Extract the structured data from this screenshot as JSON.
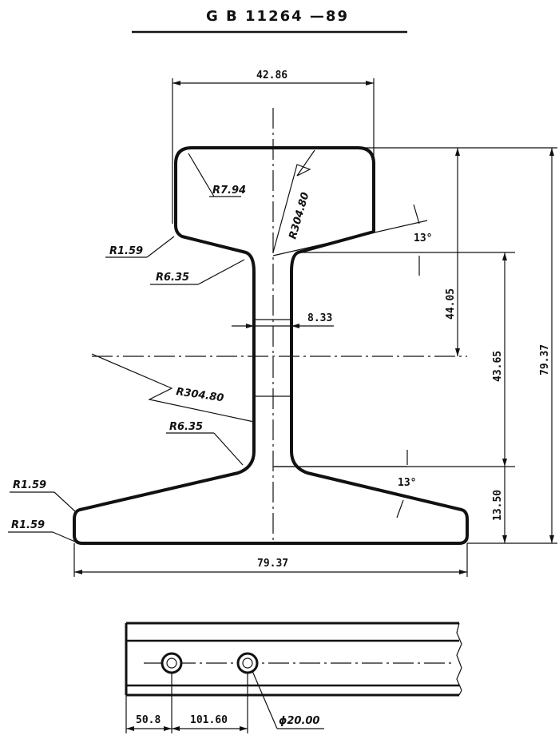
{
  "title": "G B  11264 —89",
  "dimensions": {
    "head_width": "42.86",
    "base_width": "79.37",
    "total_height": "79.37",
    "head_to_neutral": "44.05",
    "neck_height": "43.65",
    "base_height": "13.50",
    "web_thickness": "8.33",
    "head_angle": "13°",
    "base_angle": "13°",
    "r_head_corner": "R7.94",
    "r_head_side": "R304.80",
    "r_head_lower": "R1.59",
    "r_upper_fillet": "R6.35",
    "r_web": "R304.80",
    "r_lower_fillet": "R6.35",
    "r_base_upper": "R1.59",
    "r_base_lower": "R1.59",
    "hole_spacing_1": "50.8",
    "hole_spacing_2": "101.60",
    "hole_diameter": "ϕ20.00"
  }
}
